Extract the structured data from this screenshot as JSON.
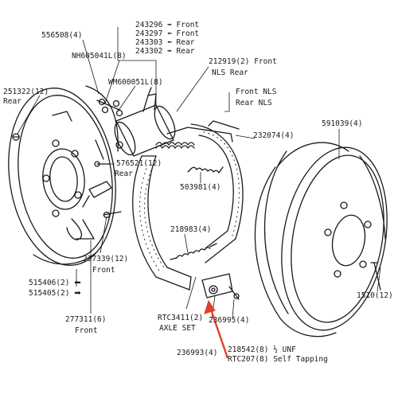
{
  "labels": {
    "p243296": "243296",
    "p243297": "243297",
    "p243303": "243303",
    "p243302": "243302",
    "front": "Front",
    "rear": "Rear",
    "p556508": "556508(4)",
    "pNH605041L": "NH605041L(8)",
    "pWM600051L": "WM600051L(8)",
    "p251322": "251322(12)",
    "p251322_side": "Rear",
    "p212919": "212919(2) Front",
    "p212919_side": "NLS Rear",
    "front_nls": "Front NLS",
    "rear_nls": "Rear NLS",
    "p232074": "232074(4)",
    "p591039": "591039(4)",
    "p576521": "576521(12)",
    "p576521_side": "Rear",
    "p503981": "503981(4)",
    "p218983": "218983(4)",
    "p237339": "237339(12)",
    "p237339_side": "Front",
    "p515406": "515406(2)",
    "p515405": "515405(2)",
    "p277311": "277311(6)",
    "p277311_side": "Front",
    "pRTC3411": "RTC3411(2)",
    "axle_set": "AXLE SET",
    "p236995": "236995(4)",
    "p236993": "236993(4)",
    "p218542": "218542(8) ½ UNF",
    "pRTC207": "RTC207(8) Self Tapping",
    "p1510": "1510(12)"
  },
  "icons": {
    "arrow_right": "➡",
    "arrow_left": "⬅"
  },
  "colors": {
    "line": "#1a1a1a",
    "pointer": "#e0402a"
  }
}
